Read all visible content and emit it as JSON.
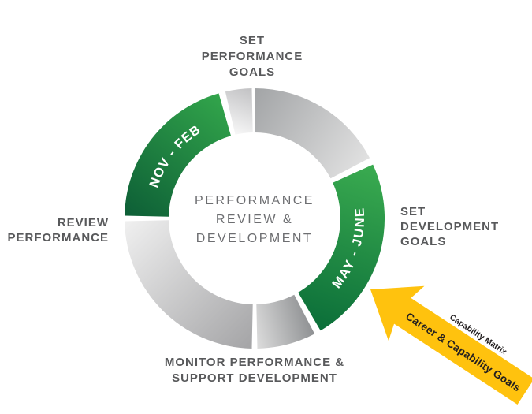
{
  "diagram": {
    "center_label": {
      "lines": [
        "PERFORMANCE",
        "REVIEW &",
        "DEVELOPMENT"
      ],
      "color": "#6d6e71"
    },
    "ring": {
      "nov_feb_label": "NOV - FEB",
      "may_june_label": "MAY - JUNE",
      "ring_label_color": "#ffffff",
      "green_bright": "#35a84d",
      "green_dark": "#0d5e36",
      "gray_dark": "#97999b",
      "gray_light": "#f0f0f0"
    },
    "outer_labels": {
      "color": "#58595b",
      "top": [
        "SET",
        "PERFORMANCE",
        "GOALS"
      ],
      "right": [
        "SET",
        "DEVELOPMENT",
        "GOALS"
      ],
      "bottom": [
        "MONITOR PERFORMANCE &",
        "SUPPORT DEVELOPMENT"
      ],
      "left": [
        "REVIEW",
        "PERFORMANCE"
      ]
    },
    "arrow": {
      "label": "Career & Capability Goals",
      "sublabel": "Capability Matrix",
      "fill": "#ffc20e",
      "label_color": "#231f20"
    }
  }
}
